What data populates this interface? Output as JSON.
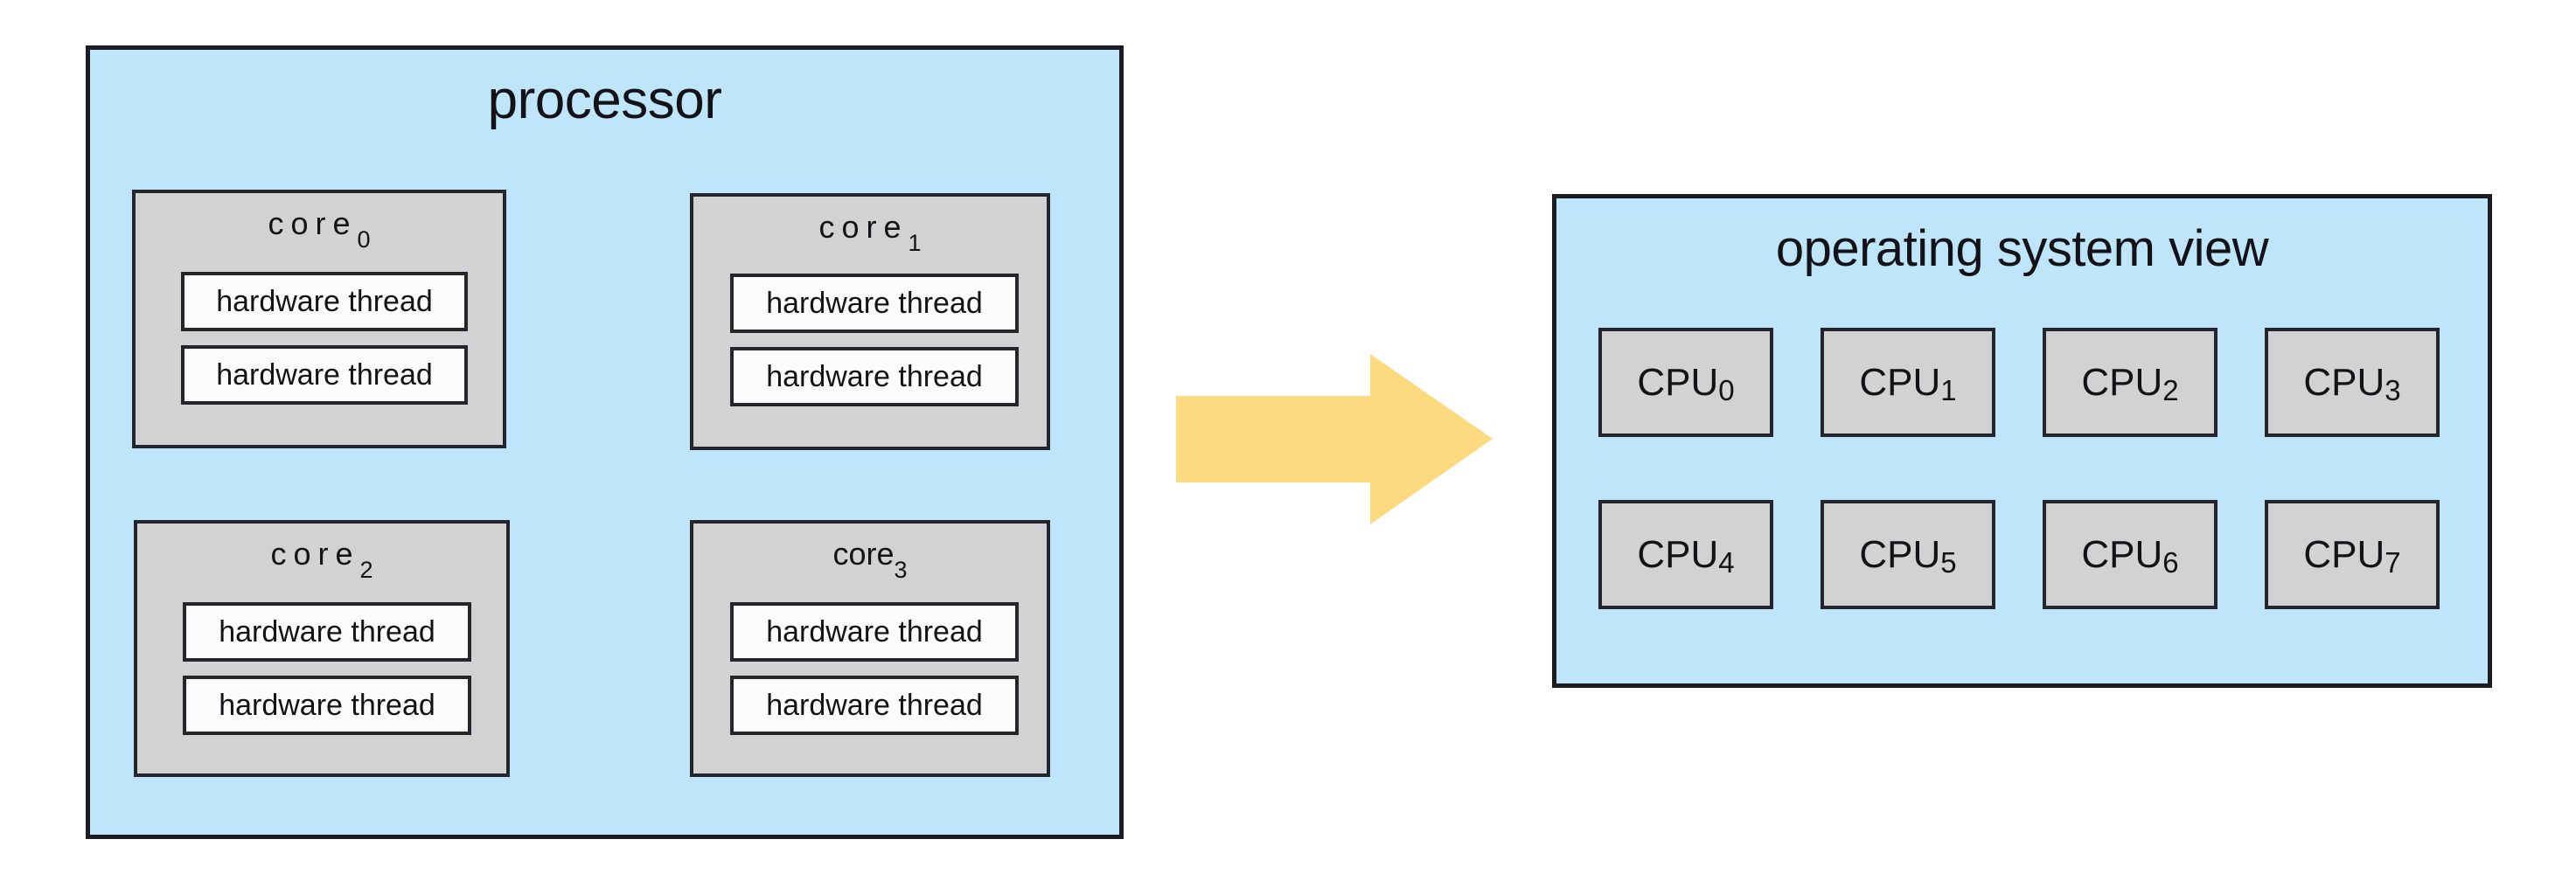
{
  "figure": {
    "kind": "hardware-threads-to-cpus-diagram",
    "background_color": "#ffffff"
  },
  "processor": {
    "title": "processor",
    "panel_color": "#bfe5fa",
    "border_color": "#1c1c22",
    "cores": [
      {
        "label": "core",
        "index": "0",
        "threads": [
          "hardware thread",
          "hardware thread"
        ]
      },
      {
        "label": "core",
        "index": "1",
        "threads": [
          "hardware thread",
          "hardware thread"
        ]
      },
      {
        "label": "core",
        "index": "2",
        "threads": [
          "hardware thread",
          "hardware thread"
        ]
      },
      {
        "label": "core",
        "index": "3",
        "threads": [
          "hardware thread",
          "hardware thread"
        ]
      }
    ],
    "core_fill_color": "#d2d2d2",
    "thread_fill_color": "#fbfbfb"
  },
  "arrow": {
    "name": "maps-to-arrow",
    "direction": "right",
    "color": "#fcda80"
  },
  "os_view": {
    "title": "operating system view",
    "panel_color": "#bfe5fa",
    "cpus": [
      {
        "label": "CPU",
        "index": "0"
      },
      {
        "label": "CPU",
        "index": "1"
      },
      {
        "label": "CPU",
        "index": "2"
      },
      {
        "label": "CPU",
        "index": "3"
      },
      {
        "label": "CPU",
        "index": "4"
      },
      {
        "label": "CPU",
        "index": "5"
      },
      {
        "label": "CPU",
        "index": "6"
      },
      {
        "label": "CPU",
        "index": "7"
      }
    ],
    "cpu_fill_color": "#d2d2d2"
  }
}
